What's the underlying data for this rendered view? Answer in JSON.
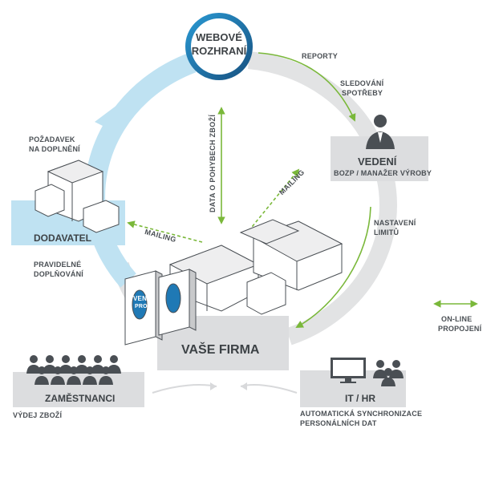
{
  "hub": {
    "line1": "WEBOVÉ",
    "line2": "ROZHRANÍ"
  },
  "flows": {
    "reporty": "REPORTY",
    "sledovani_line1": "SLEDOVÁNÍ",
    "sledovani_line2": "SPOTŘEBY",
    "pozadavek_line1": "POŽADAVEK",
    "pozadavek_line2": "NA DOPLNĚNÍ",
    "pravidelne_line1": "PRAVIDELNÉ",
    "pravidelne_line2": "DOPLŇOVÁNÍ",
    "nastaveni_line1": "NASTAVENÍ",
    "nastaveni_line2": "LIMITŮ",
    "data_o_pohybech": "DATA O POHYBECH ZBOŽÍ",
    "mailing_left": "MAILING",
    "mailing_right": "MAILING",
    "vydej": "VÝDEJ ZBOŽÍ",
    "auto_line1": "AUTOMATICKÁ SYNCHRONIZACE",
    "auto_line2": "PERSONÁLNÍCH DAT"
  },
  "nodes": {
    "vedeni_title": "VEDENÍ",
    "vedeni_sub": "BOZP / MANAŽER VÝROBY",
    "dodavatel": "DODAVATEL",
    "firma": "VAŠE FIRMA",
    "zamestnanci": "ZAMĚSTNANCI",
    "ithr": "IT / HR",
    "vending_brand_1": "VEND",
    "vending_brand_2": "PRO"
  },
  "legend": {
    "line1": "ON-LINE",
    "line2": "PROPOJENÍ"
  },
  "colors": {
    "green": "#7ab83a",
    "blue_light": "#b9dff0",
    "gray_ring": "#e2e3e4",
    "panel_gray": "#dcdddf",
    "hub_blue": "#1f79b5",
    "text": "#4a4f54"
  }
}
